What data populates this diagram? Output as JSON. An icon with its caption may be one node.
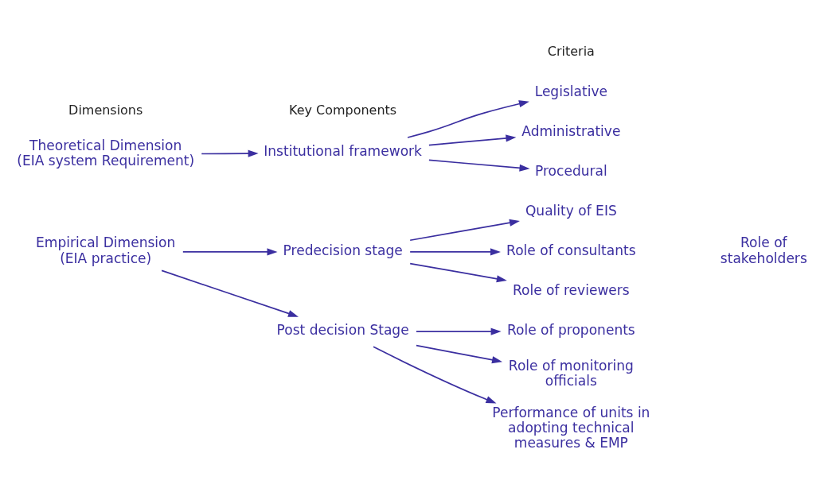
{
  "diagram": {
    "nodes": [
      {
        "text": [
          "Theoretical Dimension",
          "(EIA system Requirement)"
        ]
      },
      {
        "text": [
          "Institutional framework"
        ]
      },
      {
        "text": [
          "Legislative"
        ]
      },
      {
        "text": [
          "Administrative"
        ]
      },
      {
        "text": [
          "Procedural"
        ]
      },
      {
        "text": [
          "Empirical Dimension",
          "(EIA practice)"
        ]
      },
      {
        "text": [
          "Predecision stage"
        ]
      },
      {
        "text": [
          "Post decision Stage"
        ]
      },
      {
        "text": [
          "Quality of EIS"
        ]
      },
      {
        "text": [
          "Role of consultants"
        ]
      },
      {
        "text": [
          "Role of reviewers"
        ]
      },
      {
        "text": [
          "Role of proponents"
        ]
      },
      {
        "text": [
          "Role of monitoring officials"
        ]
      },
      {
        "text": [
          "Performance of units in adopting technical measures & EMP"
        ]
      }
    ],
    "edges": [
      {
        "from": 0,
        "to": 1,
        "arrow": "to"
      },
      {
        "from": 1,
        "to": 2,
        "arrow": "to"
      },
      {
        "from": 1,
        "to": 3,
        "arrow": "to"
      },
      {
        "from": 1,
        "to": 4,
        "arrow": "to"
      },
      {
        "from": 5,
        "to": 6,
        "arrow": "to"
      },
      {
        "from": 5,
        "to": 7,
        "arrow": "to"
      },
      {
        "from": 6,
        "to": 8,
        "arrow": "to"
      },
      {
        "from": 6,
        "to": 9,
        "arrow": "to"
      },
      {
        "from": 6,
        "to": 10,
        "arrow": "to"
      },
      {
        "from": 7,
        "to": 11,
        "arrow": "to"
      },
      {
        "from": 7,
        "to": 12,
        "arrow": "to"
      },
      {
        "from": 7,
        "to": 13,
        "arrow": "to"
      }
    ],
    "labels": [
      "Dimensions",
      "Key Components",
      "Criteria",
      "Role of stakeholders"
    ]
  }
}
